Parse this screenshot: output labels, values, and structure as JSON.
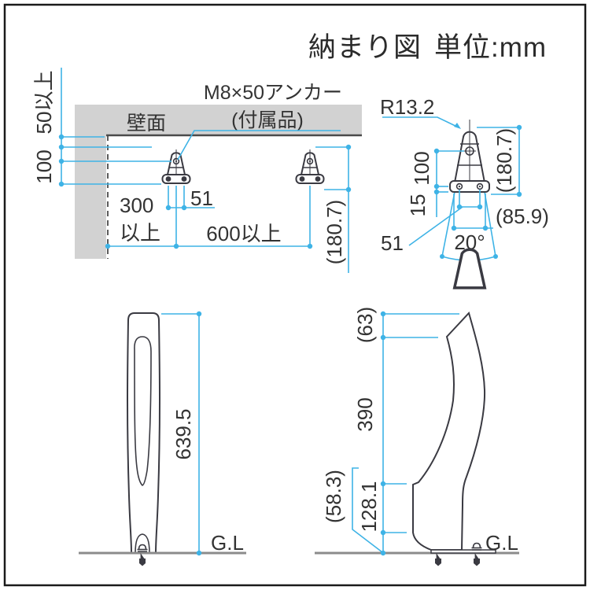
{
  "title": {
    "main": "納まり図",
    "unit": "単位:mm"
  },
  "plan_view": {
    "wall_label": "壁面",
    "anchor_note_line1": "M8×50アンカー",
    "anchor_note_line2": "(付属品)",
    "dim_wall_clearance": "50以上",
    "dim_wall_to_base": "100",
    "dim_side_clearance_1": "300",
    "dim_side_clearance_2": "以上",
    "dim_pitch": "600以上",
    "dim_hole_pitch": "51",
    "dim_depth": "(180.7)"
  },
  "detail_view": {
    "dim_radius": "R13.2",
    "dim_hole_height": "100",
    "dim_base_height": "15",
    "dim_total_depth": "(180.7)",
    "dim_base_depth": "(85.9)",
    "dim_hole_pitch": "51",
    "dim_angle": "20°"
  },
  "front_view": {
    "dim_height": "639.5",
    "ground_label": "G.L"
  },
  "side_view": {
    "dim_top": "(63)",
    "dim_middle": "390",
    "dim_lower": "128.1",
    "dim_base": "(58.3)",
    "ground_label": "G.L"
  },
  "colors": {
    "dimension_accent": "#3eb3e6",
    "drawing_line": "#3a3a42",
    "wall_fill": "#d2d2d2",
    "ground_line": "#8c8c8c"
  }
}
